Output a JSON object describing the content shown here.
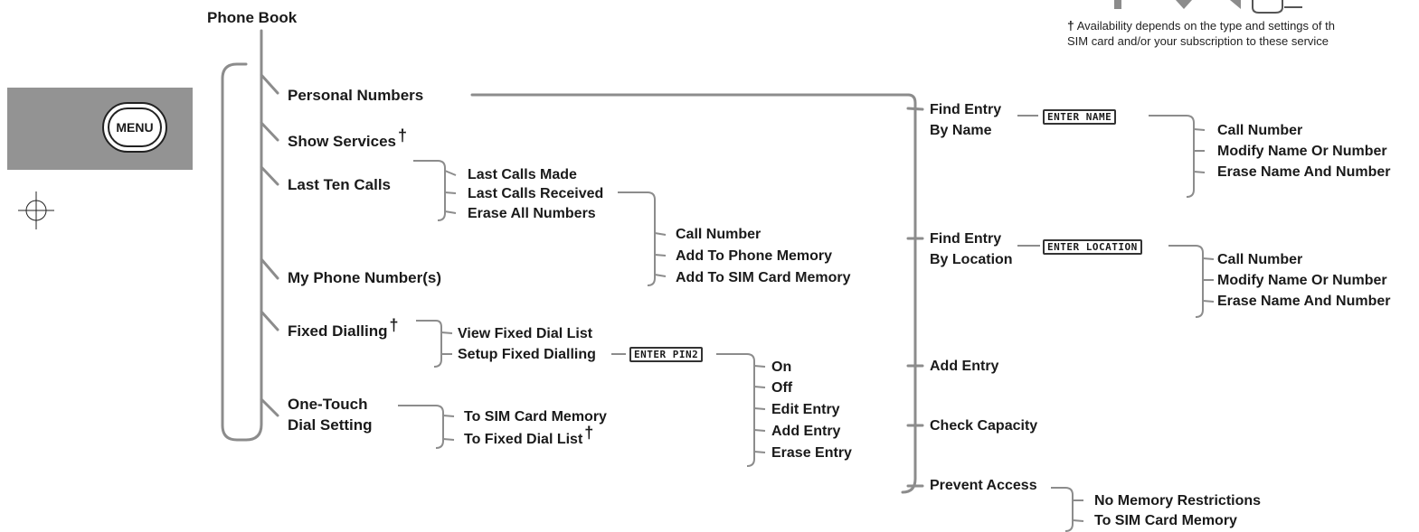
{
  "title": "Phone Book",
  "menu_button": "MENU",
  "footnote": {
    "dagger": "†",
    "line1": "Availability depends on the type and settings of th",
    "line2": "SIM card and/or your subscription to these service"
  },
  "main_items": {
    "personal_numbers": "Personal Numbers",
    "show_services": "Show Services",
    "last_ten_calls": "Last Ten Calls",
    "my_phone_numbers": "My Phone Number(s)",
    "fixed_dialling": "Fixed Dialling",
    "one_touch_1": "One-Touch",
    "one_touch_2": "Dial Setting"
  },
  "last_ten_calls": {
    "made": "Last Calls Made",
    "received": "Last Calls Received",
    "erase": "Erase All Numbers",
    "received_options": [
      "Call Number",
      "Add To Phone Memory",
      "Add To SIM Card Memory"
    ]
  },
  "fixed_dialling": {
    "view": "View Fixed Dial List",
    "setup": "Setup Fixed Dialling",
    "pin_display": "ENTER PIN2",
    "setup_options": [
      "On",
      "Off",
      "Edit Entry",
      "Add Entry",
      "Erase Entry"
    ]
  },
  "one_touch": {
    "sim": "To SIM Card Memory",
    "fixed": "To Fixed Dial List"
  },
  "personal_numbers": {
    "find_by_name_1": "Find Entry",
    "find_by_name_2": "By Name",
    "name_display": "ENTER NAME",
    "name_options": [
      "Call Number",
      "Modify Name Or Number",
      "Erase Name And Number"
    ],
    "find_by_location_1": "Find Entry",
    "find_by_location_2": "By Location",
    "location_display": "ENTER LOCATION",
    "location_options": [
      "Call Number",
      "Modify Name Or Number",
      "Erase Name And Number"
    ],
    "add_entry": "Add Entry",
    "check_capacity": "Check Capacity",
    "prevent_access": "Prevent Access",
    "prevent_options": [
      "No Memory Restrictions",
      "To SIM Card Memory"
    ]
  }
}
